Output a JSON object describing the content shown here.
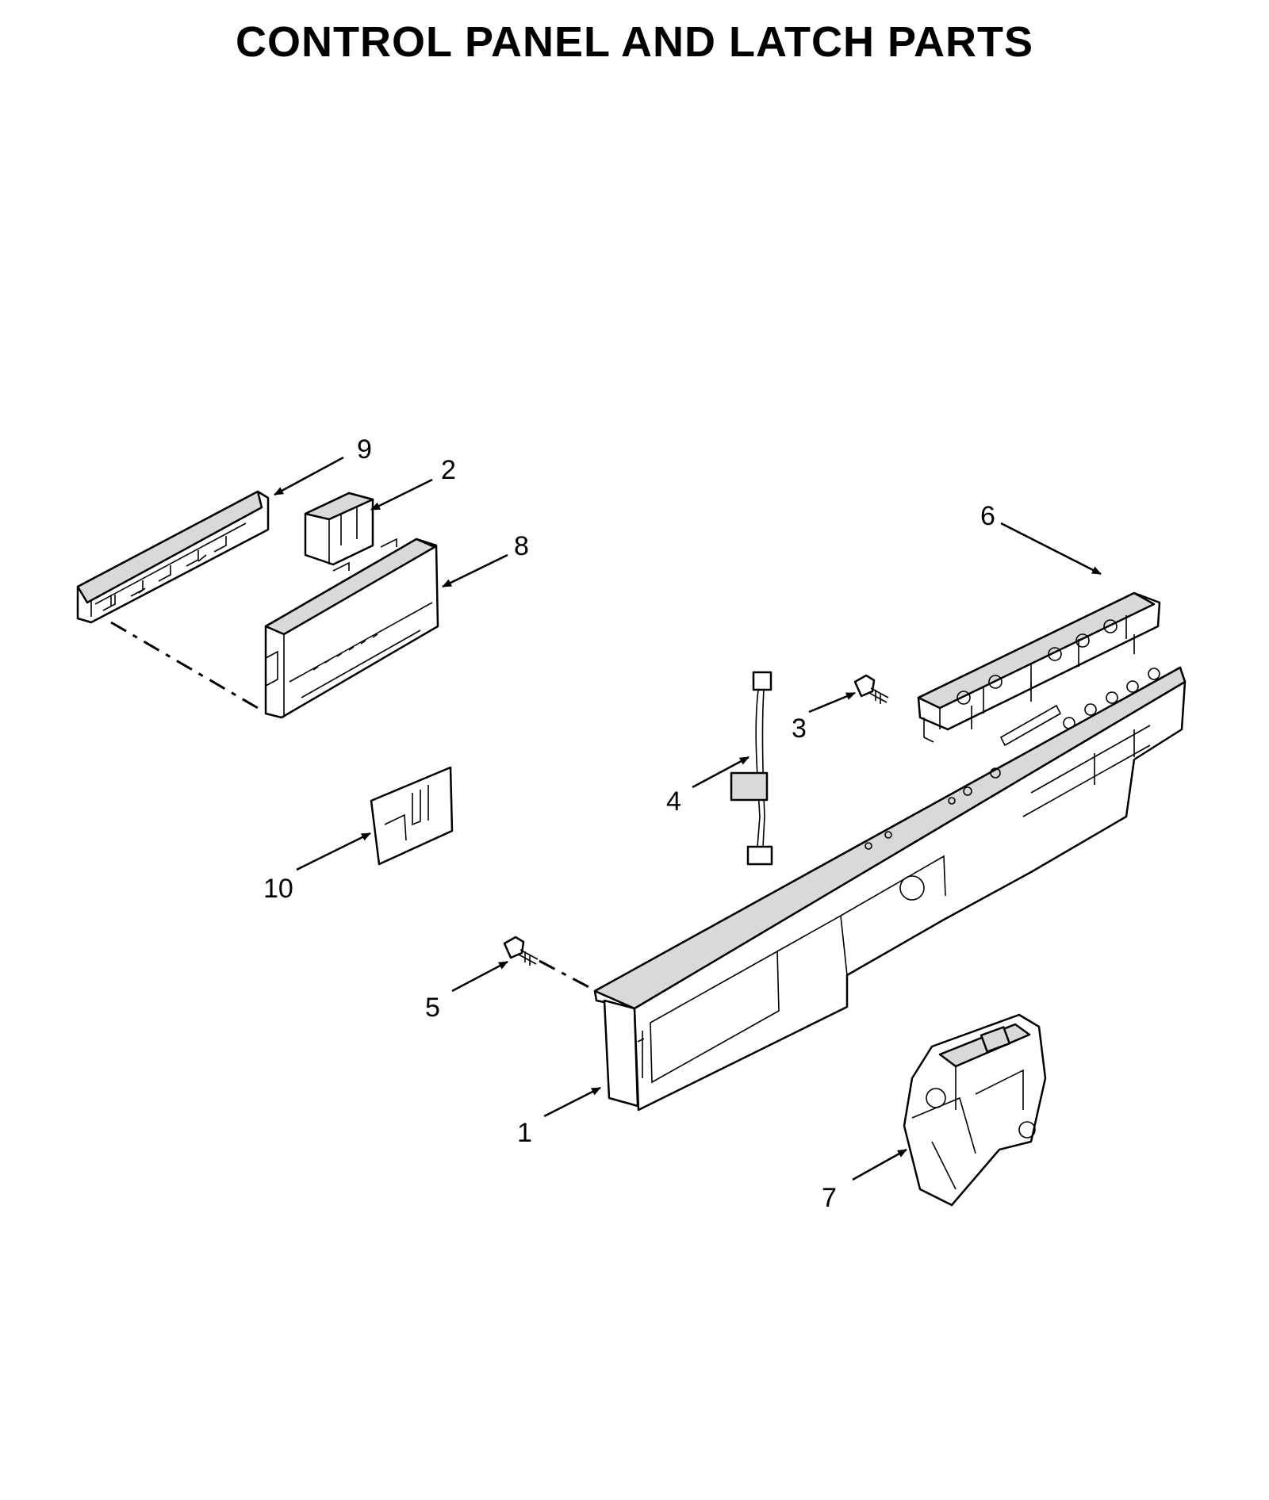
{
  "title": "CONTROL PANEL AND LATCH PARTS",
  "callouts": {
    "part_1": "1",
    "part_2": "2",
    "part_3": "3",
    "part_4": "4",
    "part_5": "5",
    "part_6": "6",
    "part_7": "7",
    "part_8": "8",
    "part_9": "9",
    "part_10": "10"
  }
}
